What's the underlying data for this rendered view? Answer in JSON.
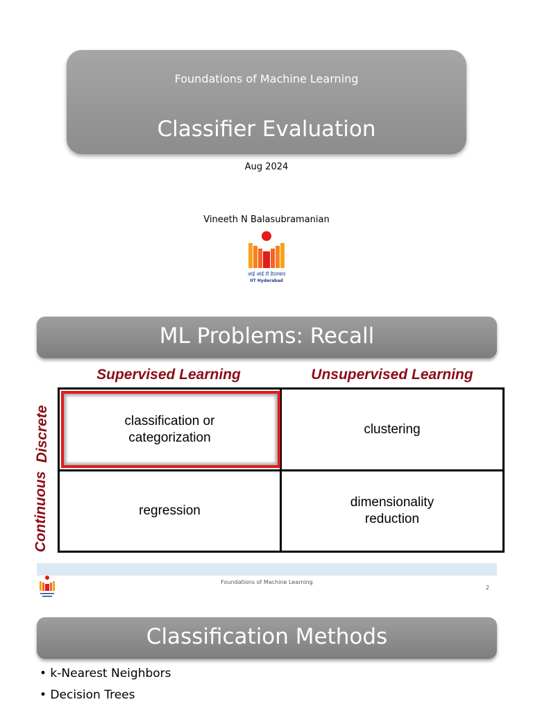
{
  "slide1": {
    "subtitle": "Foundations of Machine Learning",
    "title": "Classifier Evaluation",
    "date": "Aug 2024",
    "author": "Vineeth N Balasubramanian",
    "logo": {
      "icon": "iit-hyderabad-logo",
      "caption_hindi": "आई आई टी हैदराबाद",
      "caption_english": "IIT Hyderabad"
    }
  },
  "slide2": {
    "title": "ML Problems: Recall",
    "columns": [
      "Supervised Learning",
      "Unsupervised Learning"
    ],
    "rows": [
      "Discrete",
      "Continuous"
    ],
    "cells": {
      "discrete_supervised": "classification or\ncategorization",
      "discrete_unsupervised": "clustering",
      "continuous_supervised": "regression",
      "continuous_unsupervised": "dimensionality\nreduction"
    },
    "highlighted_cell": "discrete_supervised",
    "footer": "Foundations of Machine Learning",
    "page_number": "2"
  },
  "slide3": {
    "title": "Classification Methods",
    "bullets": [
      "• k-Nearest Neighbors",
      "• Decision Trees"
    ]
  },
  "colors": {
    "accent_red": "#8b0d16",
    "highlight_border": "#e21b1b",
    "banner_gray": "#9e9e9e",
    "logo_orange": "#f26522",
    "logo_red": "#e21b1b"
  }
}
